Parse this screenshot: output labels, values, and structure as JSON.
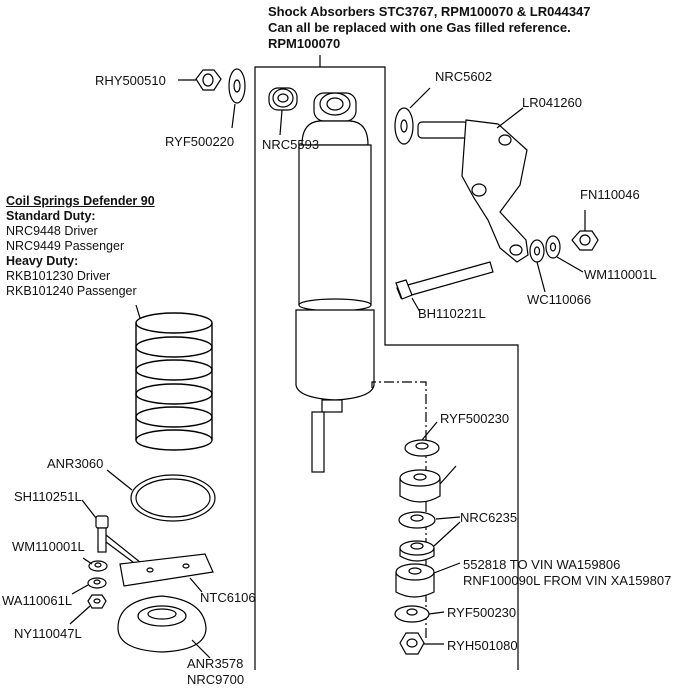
{
  "header": {
    "line1": "Shock Absorbers STC3767, RPM100070 & LR044347",
    "line2": "Can all be replaced with one Gas filled reference.",
    "line3": "RPM100070"
  },
  "coil_springs": {
    "title": "Coil Springs Defender 90",
    "standard_heading": "Standard Duty:",
    "standard_driver": "NRC9448 Driver",
    "standard_passenger": "NRC9449 Passenger",
    "heavy_heading": "Heavy Duty:",
    "heavy_driver": "RKB101230 Driver",
    "heavy_passenger": "RKB101240 Passenger"
  },
  "parts": {
    "rhy500510": "RHY500510",
    "ryf500220": "RYF500220",
    "nrc5593": "NRC5593",
    "nrc5602": "NRC5602",
    "lr041260": "LR041260",
    "fn110046": "FN110046",
    "wm110001l_top": "WM110001L",
    "wc110066": "WC110066",
    "bh110221l": "BH110221L",
    "ryf500230_top": "RYF500230",
    "nrc6235": "NRC6235",
    "p552818": "552818 TO VIN WA159806",
    "rnf100090l": "RNF100090L FROM VIN XA159807",
    "ryf500230_bottom": "RYF500230",
    "ryh501080": "RYH501080",
    "anr3060": "ANR3060",
    "sh110251l": "SH110251L",
    "wm110001l_left": "WM110001L",
    "wa110061l": "WA110061L",
    "ny110047l": "NY110047L",
    "ntc6106": "NTC6106",
    "anr3578": "ANR3578",
    "nrc9700": "NRC9700"
  }
}
